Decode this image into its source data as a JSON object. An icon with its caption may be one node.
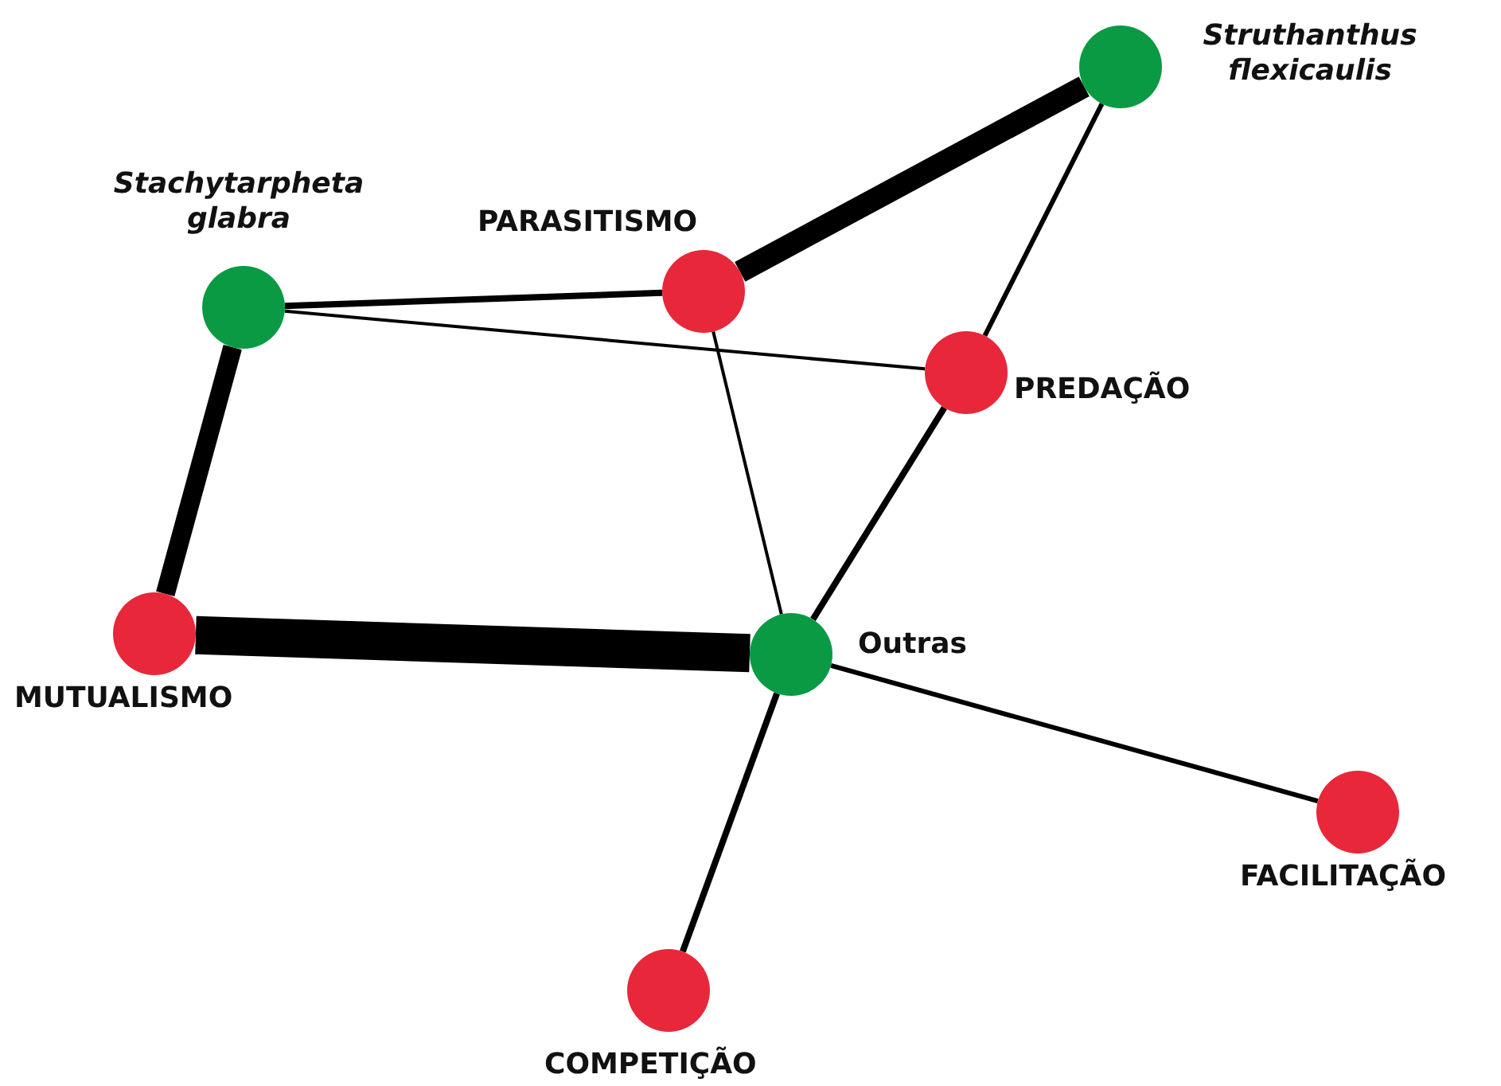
{
  "diagram": {
    "nodes": [
      {
        "text": [
          "Struthanthus flexicaulis"
        ]
      },
      {
        "text": [
          "Stachytarpheta glabra"
        ]
      },
      {
        "text": [
          "PARASITISMO"
        ]
      },
      {
        "text": [
          "PREDAÇÃO"
        ]
      },
      {
        "text": [
          "Outras"
        ]
      },
      {
        "text": [
          "MUTUALISMO"
        ]
      },
      {
        "text": [
          "FACILITAÇÃO"
        ]
      },
      {
        "text": [
          "COMPETIÇÃO"
        ]
      }
    ],
    "edges": [
      {
        "from": 2,
        "to": 0,
        "arrow": "none",
        "style": "thick"
      },
      {
        "from": 1,
        "to": 2,
        "arrow": "none"
      },
      {
        "from": 1,
        "to": 3,
        "arrow": "none"
      },
      {
        "from": 0,
        "to": 3,
        "arrow": "none"
      },
      {
        "from": 2,
        "to": 4,
        "arrow": "none"
      },
      {
        "from": 3,
        "to": 4,
        "arrow": "none"
      },
      {
        "from": 1,
        "to": 5,
        "arrow": "none",
        "style": "thick"
      },
      {
        "from": 5,
        "to": 4,
        "arrow": "none",
        "style": "thick"
      },
      {
        "from": 4,
        "to": 6,
        "arrow": "none"
      },
      {
        "from": 4,
        "to": 7,
        "arrow": "none"
      }
    ]
  }
}
